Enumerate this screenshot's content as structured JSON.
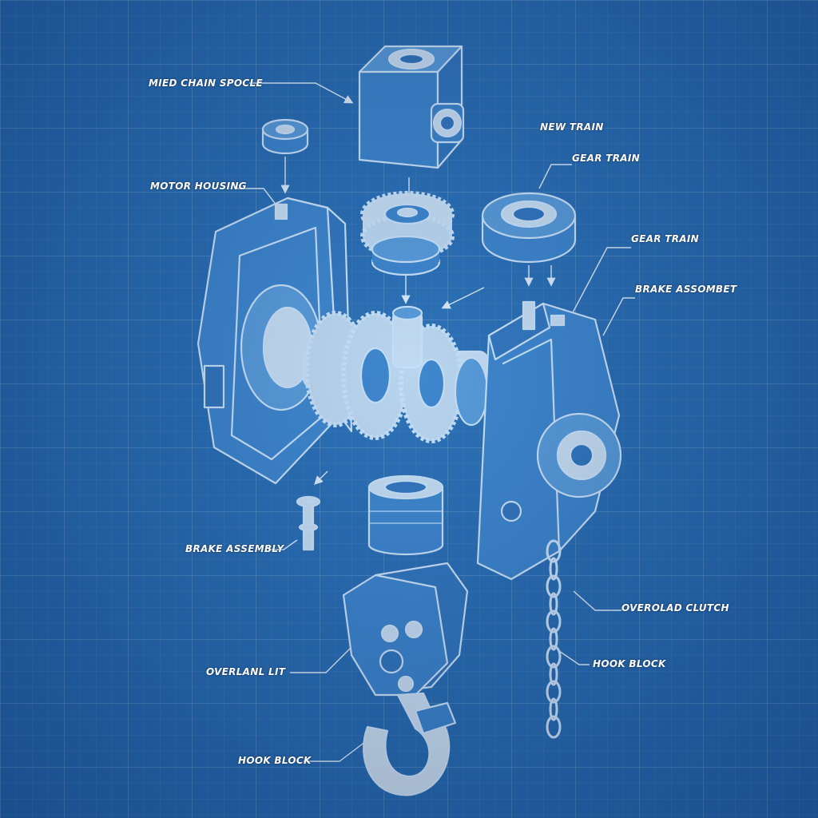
{
  "labels": {
    "mied_chain_spocle": "MIED CHAIN SPOCLE",
    "new_train": "NEW TRAIN",
    "gear_train_top": "GEAR TRAIN",
    "motor_housing": "MOTOR HOUSING",
    "gear_train_right": "GEAR TRAIN",
    "brake_assombet": "BRAKE ASSOMBET",
    "brake_assembly": "BRAKE ASSEMBLY",
    "overolad_clutch": "OVEROLAD CLUTCH",
    "hook_block_right": "HOOK BLOCK",
    "overlanl_lit": "OVERLANL LIT",
    "hook_block_bottom": "HOOK BLOCK"
  },
  "colors": {
    "background": "#2263a8",
    "line": "#eaf4ff",
    "part_fill": "#3a7fc6"
  }
}
